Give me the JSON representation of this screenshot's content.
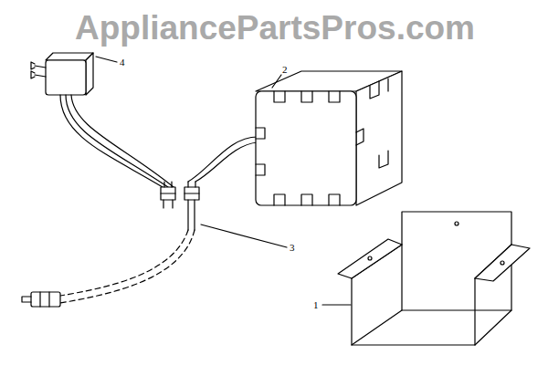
{
  "diagram": {
    "labels": [
      "AppliancePartsPros.com",
      "4",
      "2",
      "3",
      "1"
    ]
  }
}
